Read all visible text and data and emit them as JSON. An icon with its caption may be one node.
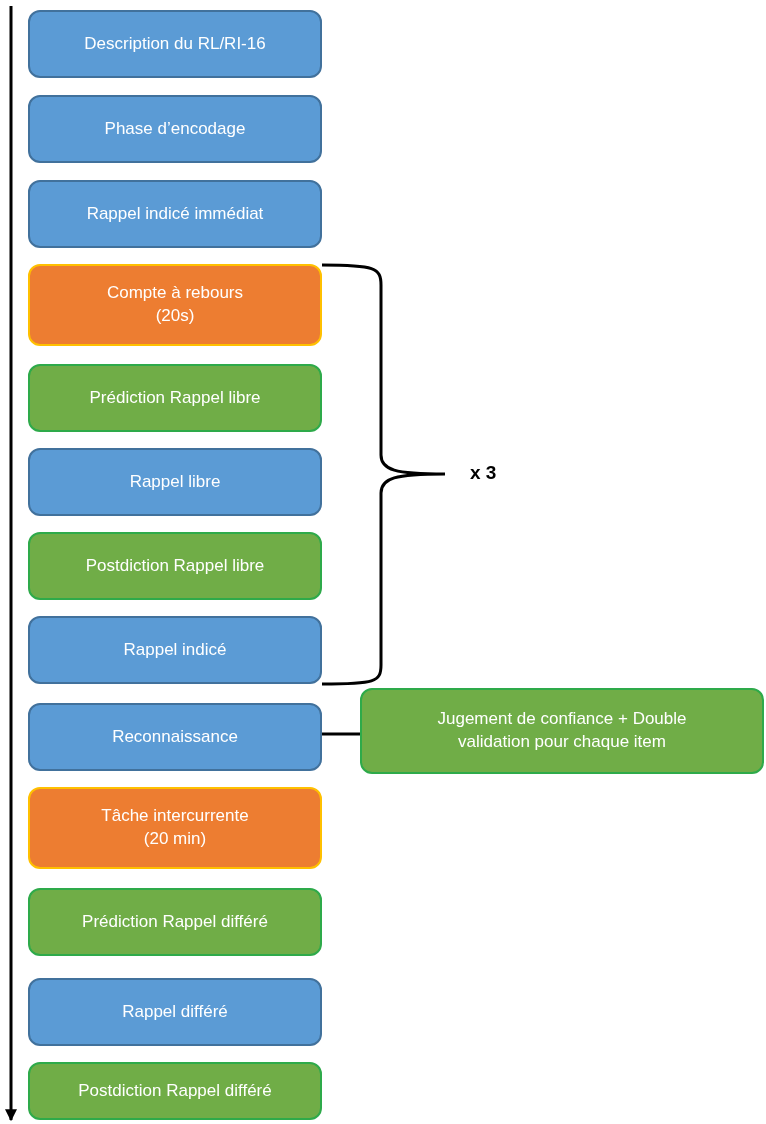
{
  "diagram": {
    "nodes": [
      {
        "text": [
          "Description du RL/RI-16"
        ]
      },
      {
        "text": [
          "Phase d’encodage"
        ]
      },
      {
        "text": [
          "Rappel indicé immédiat"
        ]
      },
      {
        "text": [
          "Compte à rebours (20s)"
        ]
      },
      {
        "text": [
          "Prédiction Rappel libre"
        ]
      },
      {
        "text": [
          "Rappel libre"
        ]
      },
      {
        "text": [
          "Postdiction Rappel libre"
        ]
      },
      {
        "text": [
          "Rappel indicé"
        ]
      },
      {
        "text": [
          "Reconnaissance"
        ]
      },
      {
        "text": [
          "Tâche intercurrente (20 min)"
        ]
      },
      {
        "text": [
          "Prédiction Rappel différé"
        ]
      },
      {
        "text": [
          "Rappel différé"
        ]
      },
      {
        "text": [
          "Postdiction Rappel différé"
        ]
      },
      {
        "text": [
          "Jugement de confiance + Double validation pour chaque item"
        ]
      }
    ],
    "edges": [
      {
        "from": 8,
        "to": 13,
        "arrow": "none"
      }
    ],
    "labels": [
      "x 3"
    ]
  }
}
